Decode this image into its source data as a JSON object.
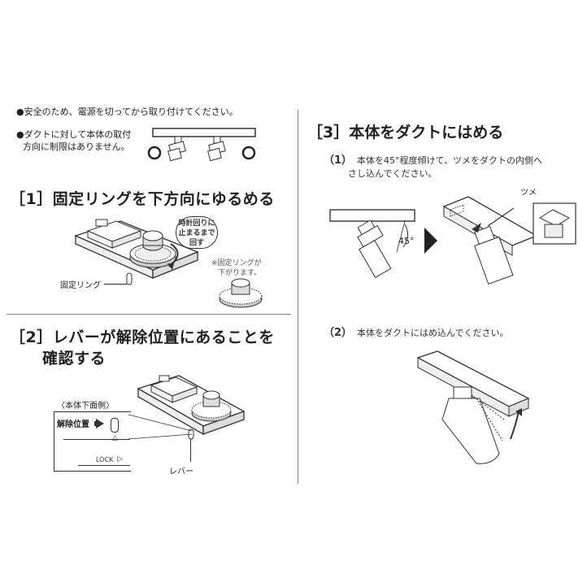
{
  "notes": {
    "bullet1": "●安全のため、電源を切ってから取り付けてください。",
    "bullet2_line1": "●ダクトに対して本体の取付",
    "bullet2_line2": "方向に制限はありません。"
  },
  "step1": {
    "title": "［1］固定リングを下方向にゆるめる",
    "bubble_l1": "時計回りに",
    "bubble_l2": "止まるまで",
    "bubble_l3": "回す",
    "ring_label": "固定リング",
    "aside_l1": "※固定リングが",
    "aside_l2": "下がります。"
  },
  "step2": {
    "title_l1": "［2］レバーが解除位置にあることを",
    "title_l2": "確認する",
    "inset_title": "〈本体下面側〉",
    "release_label": "解除位置",
    "lock_label": "LOCK",
    "lever_label": "レバー"
  },
  "step3": {
    "title": "［3］本体をダクトにはめる",
    "sub1_num": "（1）",
    "sub1_l1": "本体を45°程度傾けて、ツメをダクトの内側へ",
    "sub1_l2": "さし込んでください。",
    "angle_label": "45°",
    "tab_label": "ツメ",
    "sub2_num": "（2）",
    "sub2_text": "本体をダクトにはめ込んでください。"
  },
  "colors": {
    "line": "#333333",
    "divider": "#888888",
    "accent": "#555555"
  }
}
